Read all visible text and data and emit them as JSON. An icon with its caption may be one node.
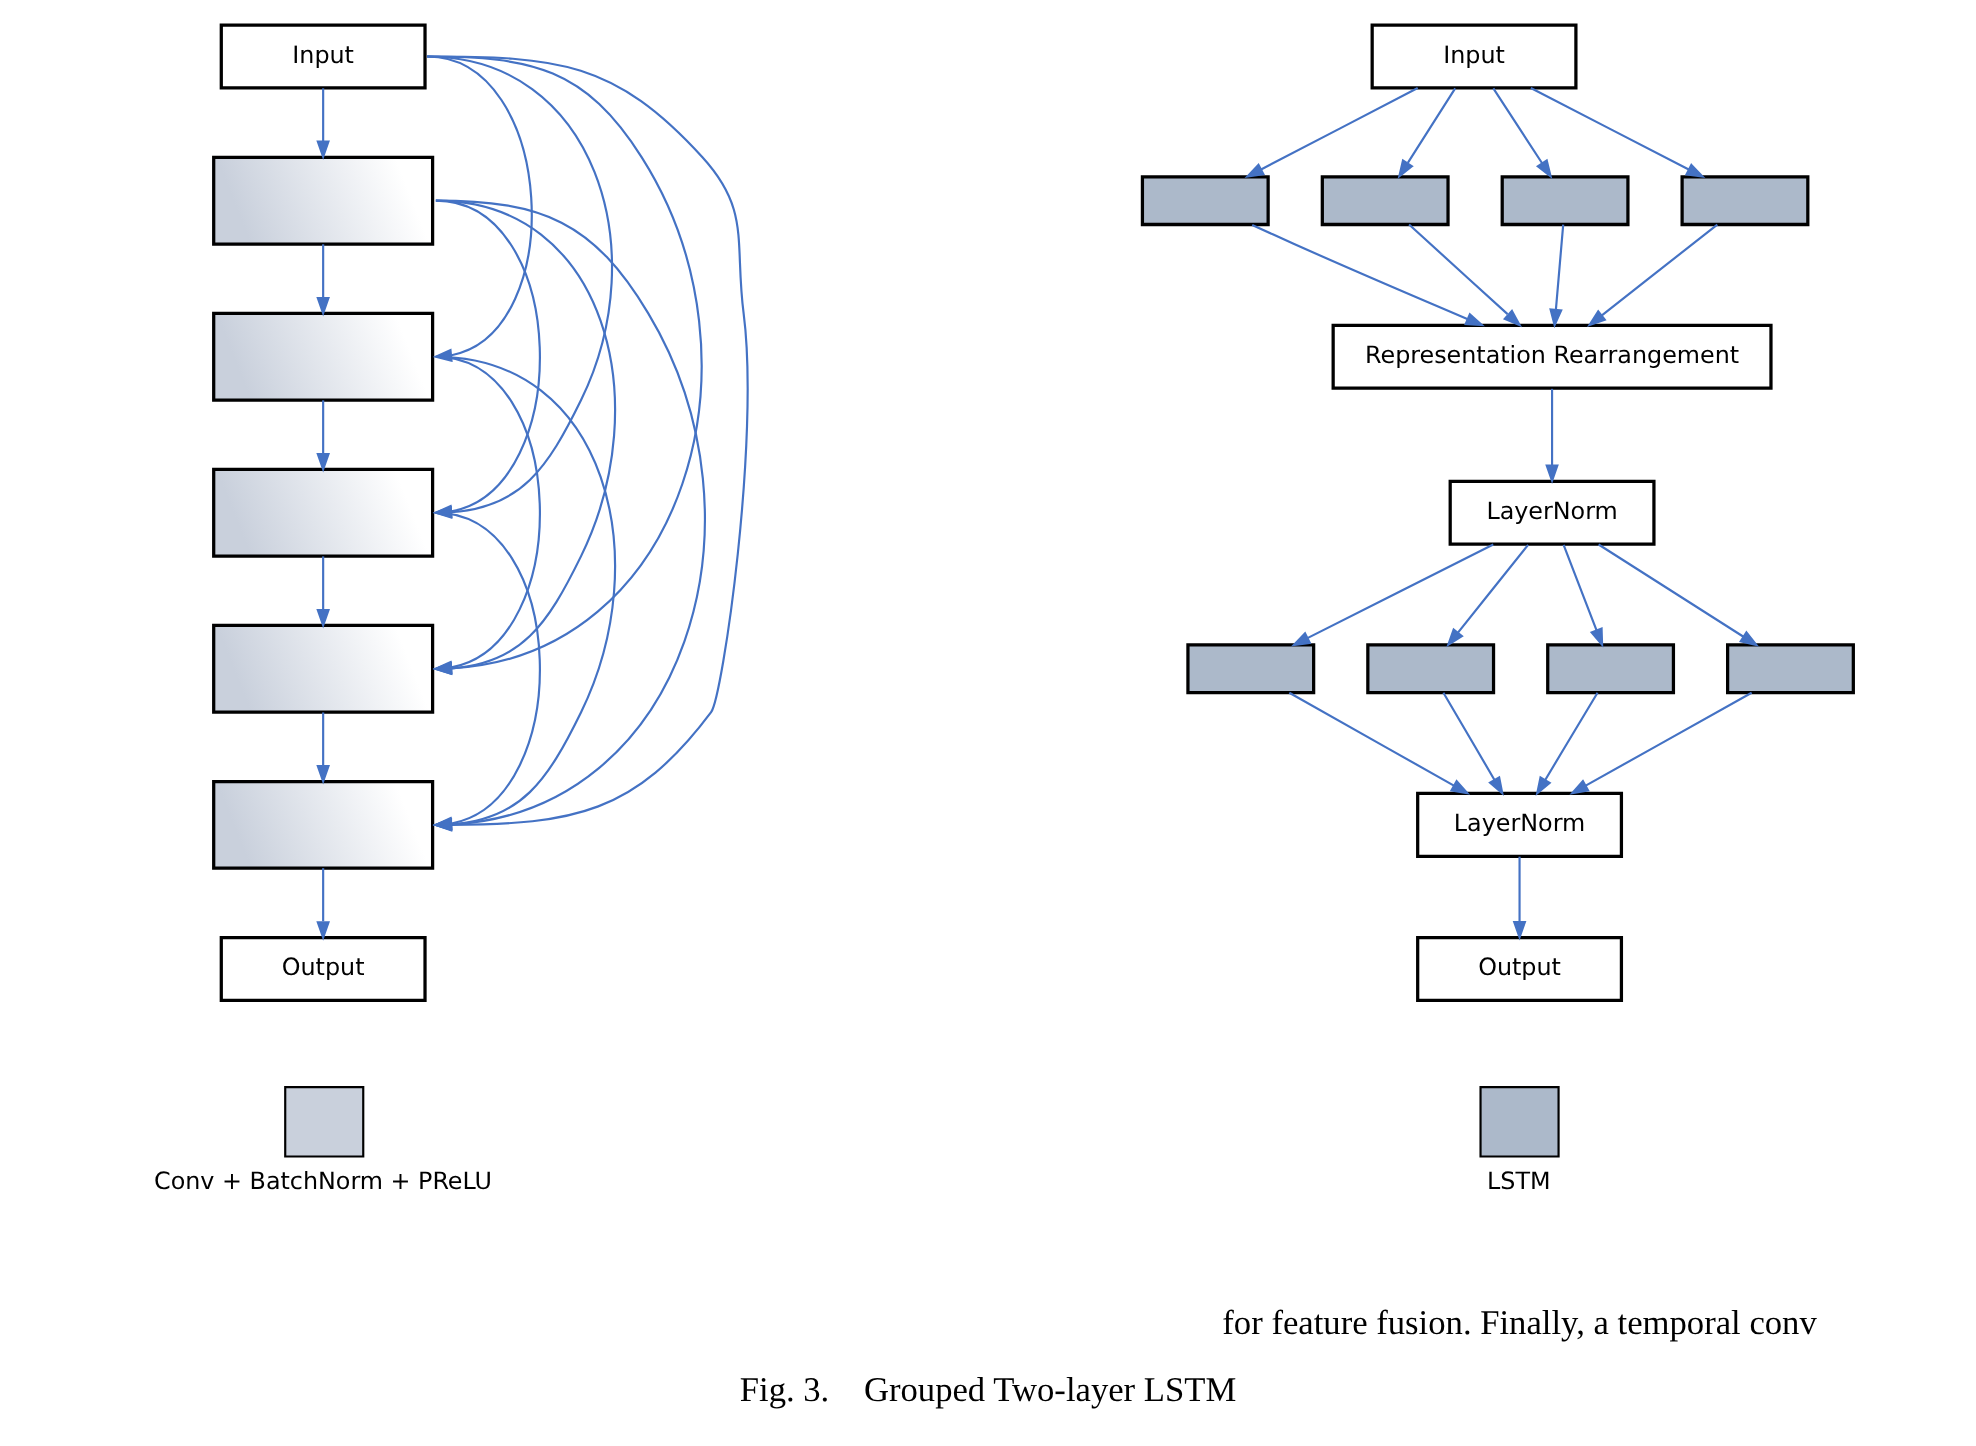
{
  "diagram": {
    "caption": "Fig. 3.    Grouped Two-layer LSTM",
    "nodes": [
      {
        "text": [
          "Input"
        ]
      },
      {
        "text": [],
        "shape": "box"
      },
      {
        "text": [],
        "shape": "box"
      },
      {
        "text": [],
        "shape": "box"
      },
      {
        "text": [],
        "shape": "box"
      },
      {
        "text": [],
        "shape": "box"
      },
      {
        "text": [
          "Output"
        ]
      },
      {
        "text": [
          "Input"
        ]
      },
      {
        "text": [],
        "shape": "box"
      },
      {
        "text": [],
        "shape": "box"
      },
      {
        "text": [],
        "shape": "box"
      },
      {
        "text": [],
        "shape": "box"
      },
      {
        "text": [
          "Representation Rearrangement"
        ]
      },
      {
        "text": [
          "LayerNorm"
        ]
      },
      {
        "text": [],
        "shape": "box"
      },
      {
        "text": [],
        "shape": "box"
      },
      {
        "text": [],
        "shape": "box"
      },
      {
        "text": [],
        "shape": "box"
      },
      {
        "text": [
          "LayerNorm"
        ]
      },
      {
        "text": [
          "Output"
        ]
      }
    ],
    "edges": [
      {
        "from": 0,
        "to": 1,
        "arrow": "to"
      },
      {
        "from": 1,
        "to": 2,
        "arrow": "to"
      },
      {
        "from": 2,
        "to": 3,
        "arrow": "to"
      },
      {
        "from": 3,
        "to": 4,
        "arrow": "to"
      },
      {
        "from": 4,
        "to": 5,
        "arrow": "to"
      },
      {
        "from": 5,
        "to": 6,
        "arrow": "to"
      },
      {
        "from": 0,
        "to": 2,
        "arrow": "to"
      },
      {
        "from": 0,
        "to": 3,
        "arrow": "to"
      },
      {
        "from": 0,
        "to": 4,
        "arrow": "to"
      },
      {
        "from": 0,
        "to": 5,
        "arrow": "to"
      },
      {
        "from": 1,
        "to": 3,
        "arrow": "to"
      },
      {
        "from": 1,
        "to": 4,
        "arrow": "to"
      },
      {
        "from": 1,
        "to": 5,
        "arrow": "to"
      },
      {
        "from": 2,
        "to": 4,
        "arrow": "to"
      },
      {
        "from": 2,
        "to": 5,
        "arrow": "to"
      },
      {
        "from": 3,
        "to": 5,
        "arrow": "to"
      },
      {
        "from": 7,
        "to": 8,
        "arrow": "to"
      },
      {
        "from": 7,
        "to": 9,
        "arrow": "to"
      },
      {
        "from": 7,
        "to": 10,
        "arrow": "to"
      },
      {
        "from": 7,
        "to": 11,
        "arrow": "to"
      },
      {
        "from": 8,
        "to": 12,
        "arrow": "to"
      },
      {
        "from": 9,
        "to": 12,
        "arrow": "to"
      },
      {
        "from": 10,
        "to": 12,
        "arrow": "to"
      },
      {
        "from": 11,
        "to": 12,
        "arrow": "to"
      },
      {
        "from": 12,
        "to": 13,
        "arrow": "to"
      },
      {
        "from": 13,
        "to": 14,
        "arrow": "to"
      },
      {
        "from": 13,
        "to": 15,
        "arrow": "to"
      },
      {
        "from": 13,
        "to": 16,
        "arrow": "to"
      },
      {
        "from": 13,
        "to": 17,
        "arrow": "to"
      },
      {
        "from": 14,
        "to": 18,
        "arrow": "to"
      },
      {
        "from": 15,
        "to": 18,
        "arrow": "to"
      },
      {
        "from": 16,
        "to": 18,
        "arrow": "to"
      },
      {
        "from": 17,
        "to": 18,
        "arrow": "to"
      },
      {
        "from": 18,
        "to": 19,
        "arrow": "to"
      }
    ],
    "labels": [
      "for feature fusion. Finally, a temporal conv"
    ],
    "legend": [
      {
        "text": "Conv + BatchNorm + PReLU"
      },
      {
        "text": "LSTM",
        "color": "#acb9ca"
      }
    ]
  }
}
